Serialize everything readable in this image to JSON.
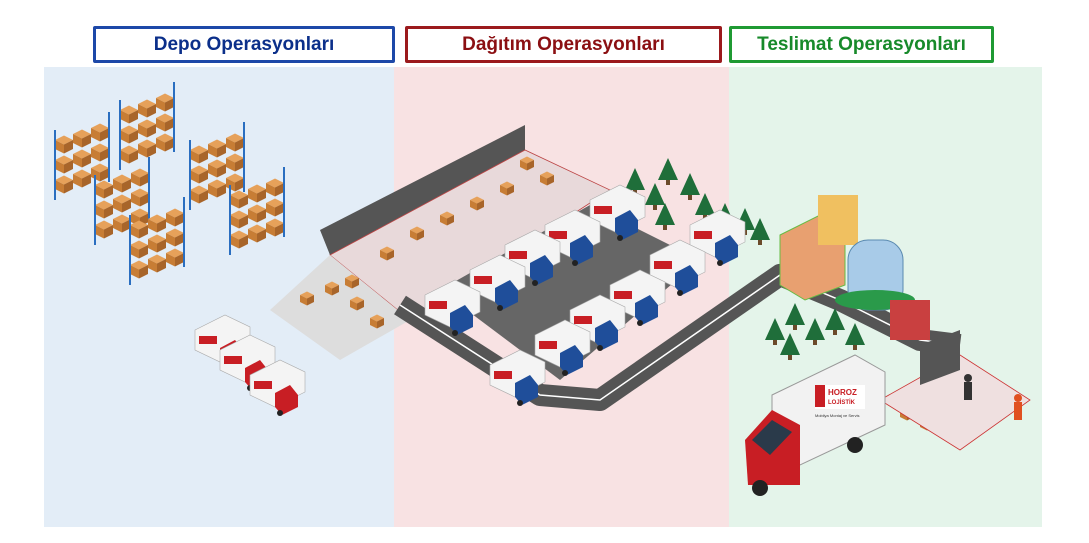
{
  "stages": [
    {
      "label": "Depo Operasyonları",
      "color": "#0b2f8a",
      "bg": "#e3edf7"
    },
    {
      "label": "Dağıtım Operasyonları",
      "color": "#8b0f12",
      "bg": "#f8e2e3"
    },
    {
      "label": "Teslimat Operasyonları",
      "color": "#178a2a",
      "bg": "#e4f4ea"
    }
  ],
  "logo": {
    "line1": "HOROZ",
    "line2": "LOJİSTİK",
    "tagline": "Mobilya Montaj ve Servis"
  }
}
